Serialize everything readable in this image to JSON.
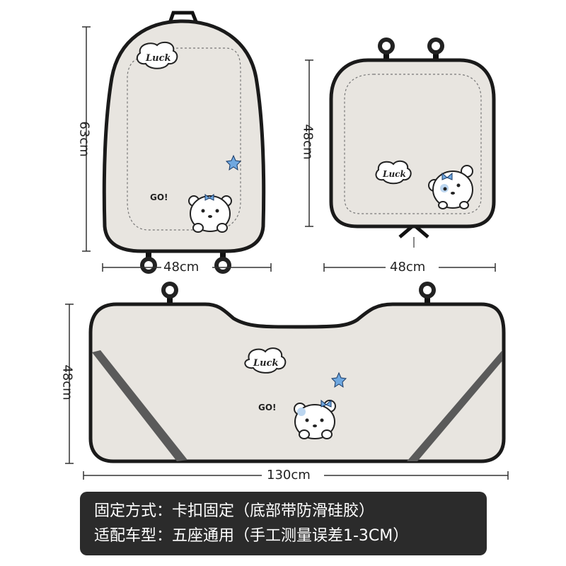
{
  "dimensions": {
    "backrest_height": "63cm",
    "backrest_width": "48cm",
    "front_seat_height": "48cm",
    "front_seat_width": "48cm",
    "rear_seat_height": "48cm",
    "rear_seat_width": "130cm"
  },
  "embroidery": {
    "luck_text": "Luck",
    "go_text": "GO!"
  },
  "info": {
    "line1": "固定方式：卡扣固定（底部带防滑硅胶）",
    "line2": "适配车型：五座通用（手工测量误差1-3CM）"
  },
  "colors": {
    "cushion_fill": "#e8e5e0",
    "border": "#1a1a1a",
    "diagonal_band": "#5a5a5a",
    "info_background": "#2b2b2b",
    "star": "#6fa8e0"
  }
}
